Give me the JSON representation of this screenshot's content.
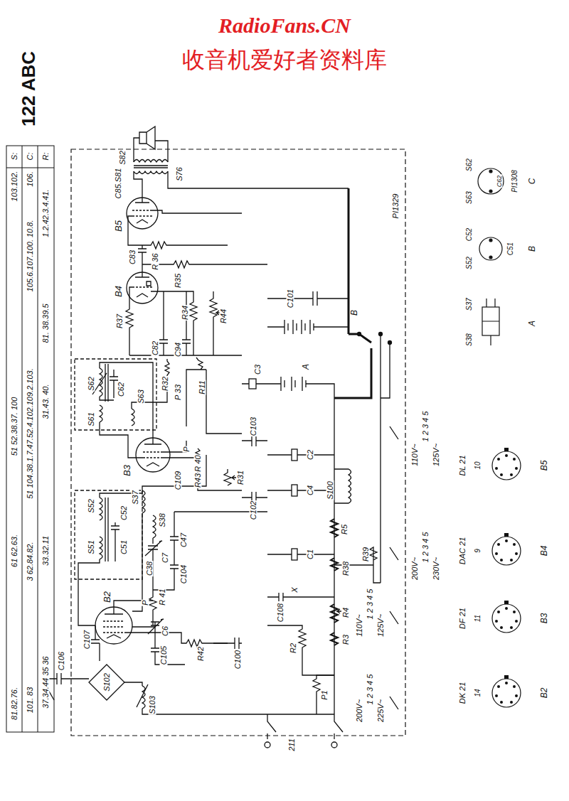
{
  "diagram": {
    "title": "122 ABC",
    "labels": [
      "RadioFans.CN",
      "收音机爱好者资料库",
      "S:",
      "103.102.",
      "51 52.38.37. 100",
      "61 62.63.",
      "81.82.76.",
      "C:",
      "106.",
      "105.6.107.100. 10.8.",
      "51 104.38.1.7.47.52.4.102.109.2.103.",
      "3 62.84.82.",
      "101. 83",
      "R:",
      "1.2.42.3.4.41.",
      "81. 38.39.5",
      "31.43. 40.",
      "33.32.11",
      "37.34.44 35 36",
      "S82",
      "S76",
      "C85.S81",
      "B5",
      "C83",
      "R 36",
      "R35",
      "B4",
      "R37",
      "R34",
      "R44",
      "C82",
      "C94",
      "C101",
      "B",
      "R32",
      "P 33",
      "R11",
      "C3",
      "A",
      "S62",
      "C62",
      "S63",
      "S61",
      "C103",
      "B3",
      "C109",
      "P",
      "R 40",
      "R43",
      "R31",
      "C102",
      "C2",
      "C4",
      "S100",
      "S52",
      "C52",
      "S37",
      "S51",
      "C51",
      "S38",
      "C47",
      "C38",
      "C7",
      "C104",
      "R 41",
      "P",
      "R5",
      "R38",
      "R39",
      "C1",
      "C108",
      "X",
      "R4",
      "R3",
      "R2",
      "P1",
      "B2",
      "C107",
      "C6",
      "C105",
      "R42",
      "C100",
      "S102",
      "S103",
      "C106",
      "211",
      "PI1329",
      "110V~",
      "1 2 3 4 5",
      "125V~",
      "200V~",
      "1 2 3 4 5",
      "230V~",
      "110V~",
      "1 2 3 4 5",
      "125V~",
      "200V~",
      "1 2 3 4 5",
      "225V~",
      "DL 21",
      "10",
      "B5",
      "DAC 21",
      "9",
      "B4",
      "DF 21",
      "11",
      "B3",
      "DK 21",
      "14",
      "B2",
      "S62",
      "C62",
      "S63",
      "PI1308",
      "C",
      "C52",
      "S52",
      "C51",
      "B",
      "S37",
      "S38",
      "A"
    ]
  }
}
